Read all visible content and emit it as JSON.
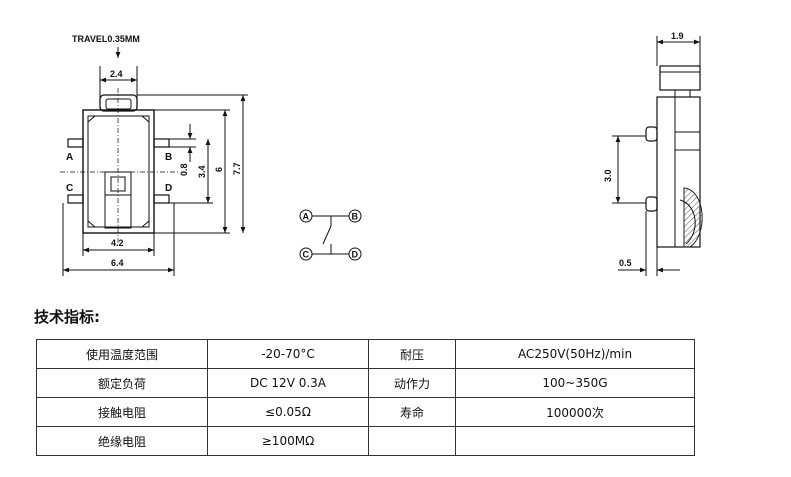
{
  "drawing": {
    "travel_label": "TRAVEL0.35MM",
    "front": {
      "dim_top_width": "2.4",
      "dim_inner_width": "4.2",
      "dim_overall_width": "6.4",
      "dim_small_height": "0.8",
      "dim_mid_height": "3.4",
      "dim_body_height": "6",
      "dim_overall_height": "7.7",
      "terminals": [
        "A",
        "B",
        "C",
        "D"
      ]
    },
    "schematic": {
      "nodes": [
        "A",
        "B",
        "C",
        "D"
      ]
    },
    "side": {
      "dim_width": "1.9",
      "dim_pitch": "3.0",
      "dim_offset": "0.5"
    }
  },
  "spec": {
    "title": "技术指标:",
    "rows": [
      [
        "使用温度范围",
        "-20-70°C",
        "耐压",
        "AC250V(50Hz)/min"
      ],
      [
        "额定负荷",
        "DC 12V 0.3A",
        "动作力",
        "100~350G"
      ],
      [
        "接触电阻",
        "≤0.05Ω",
        "寿命",
        "100000次"
      ],
      [
        "绝缘电阻",
        "≥100MΩ",
        "",
        ""
      ]
    ]
  }
}
